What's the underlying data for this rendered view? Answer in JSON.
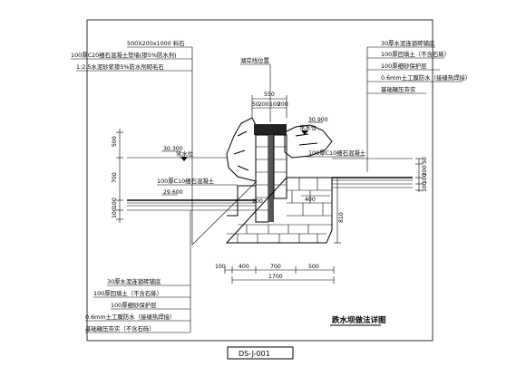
{
  "left_labels_top": [
    "500X200x1000 料石",
    "100厚C20细石混凝土垫墙(掺5%防水剂)",
    "1:2.5水泥砂浆掺5%防水剂砌毛石"
  ],
  "right_labels_top": [
    "30厚水泥连锁砖铺底",
    "100厚回填土（不含石砾）",
    "100厚细砂保护层",
    "0.6mm土工膜防水（接缝热焊接）",
    "基础碾压夯实"
  ],
  "left_labels_bottom": [
    "30厚水泥连锁砖铺底",
    "100厚回填土（不含石砾）",
    "100厚细砂保护层",
    "0.6mm土工膜防水（接缝热焊接）",
    "基础碾压夯实（不含石砾）"
  ],
  "lake_line_label": "湖岸线位置",
  "water_level_label": "常水位",
  "concrete_left_label": "100厚C10细石混凝土",
  "concrete_right_label": "100厚C10细石混凝土",
  "elevations": [
    "30.900",
    "30.300",
    "29.600"
  ],
  "dims_top": [
    "550",
    "50",
    "200",
    "100",
    "200"
  ],
  "dims_vertical_left": [
    "500",
    "700",
    "100",
    "100"
  ],
  "dims_vertical_mid": [
    "200",
    "400"
  ],
  "dims_vertical_right": [
    "50",
    "200",
    "100",
    "100"
  ],
  "dims_vertical_810": "810",
  "dims_bottom": [
    "100",
    "400",
    "700",
    "500",
    "1700"
  ],
  "drawing_title": "跌水坝做法详图",
  "drawing_code": "DS-J-001"
}
